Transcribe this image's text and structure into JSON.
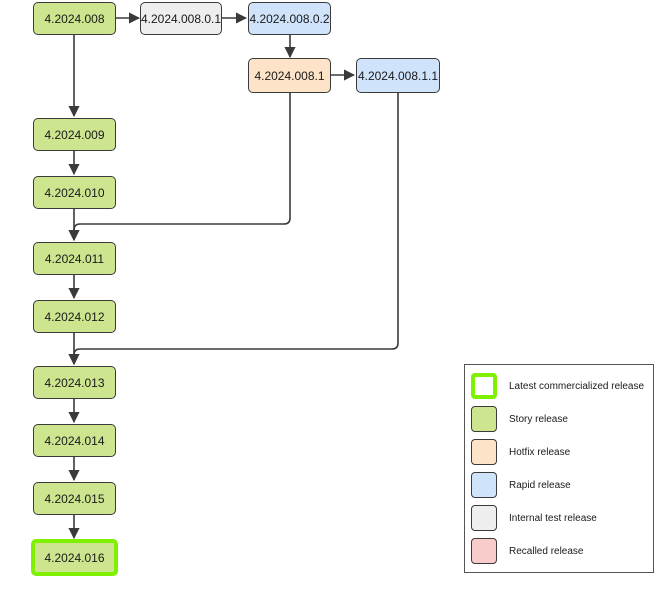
{
  "colors": {
    "story": "#cde58f",
    "internal": "#eeeeee",
    "rapid": "#cfe3fb",
    "hotfix": "#fde3c8",
    "recalled": "#f9cccc",
    "latest_border": "#7ff000",
    "edge": "#3a3a3a"
  },
  "nodes": {
    "n008": "4.2024.008",
    "n009": "4.2024.009",
    "n010": "4.2024.010",
    "n011": "4.2024.011",
    "n012": "4.2024.012",
    "n013": "4.2024.013",
    "n014": "4.2024.014",
    "n015": "4.2024.015",
    "n016": "4.2024.016",
    "n008_0_1": "4.2024.008.0.1",
    "n008_0_2": "4.2024.008.0.2",
    "n008_1": "4.2024.008.1",
    "n008_1_1": "4.2024.008.1.1"
  },
  "legend": {
    "items": [
      {
        "label": "Latest commercialized release",
        "type": "latest"
      },
      {
        "label": "Story release",
        "type": "story"
      },
      {
        "label": "Hotfix release",
        "type": "hotfix"
      },
      {
        "label": "Rapid release",
        "type": "rapid"
      },
      {
        "label": "Internal test release",
        "type": "internal"
      },
      {
        "label": "Recalled release",
        "type": "recalled"
      }
    ]
  }
}
